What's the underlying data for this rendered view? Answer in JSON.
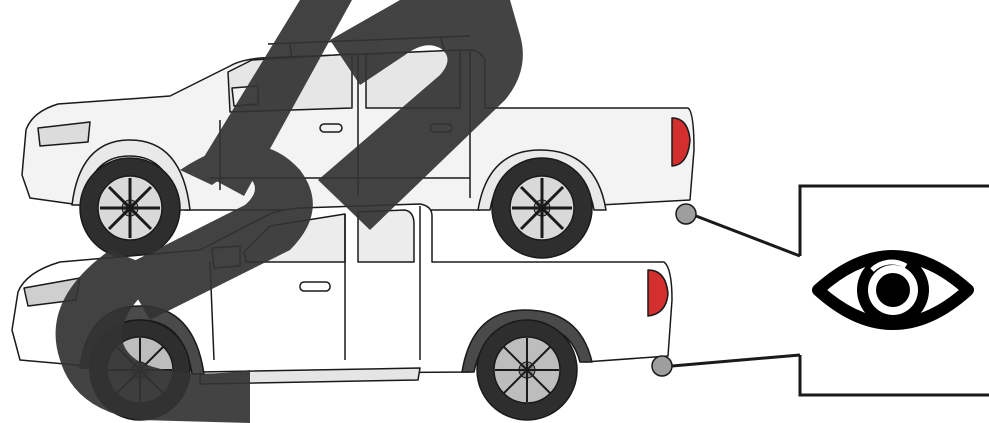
{
  "diagram": {
    "vehicles": [
      {
        "name": "pickup-double-cab",
        "tail_light_color": "#d32f2f"
      },
      {
        "name": "pickup-king-cab",
        "tail_light_color": "#d32f2f"
      }
    ],
    "sensor_points": 2,
    "callout_icon": "eye-icon",
    "watermark_glyph": "shape-watermark",
    "colors": {
      "line": "#1a1a1a",
      "body_fill": "#f3f3f3",
      "tire": "#2e2e2e",
      "rim": "#d9d9d9",
      "sensor": "#9e9e9e",
      "watermark": "#333333",
      "tail_light": "#d32f2f"
    }
  }
}
